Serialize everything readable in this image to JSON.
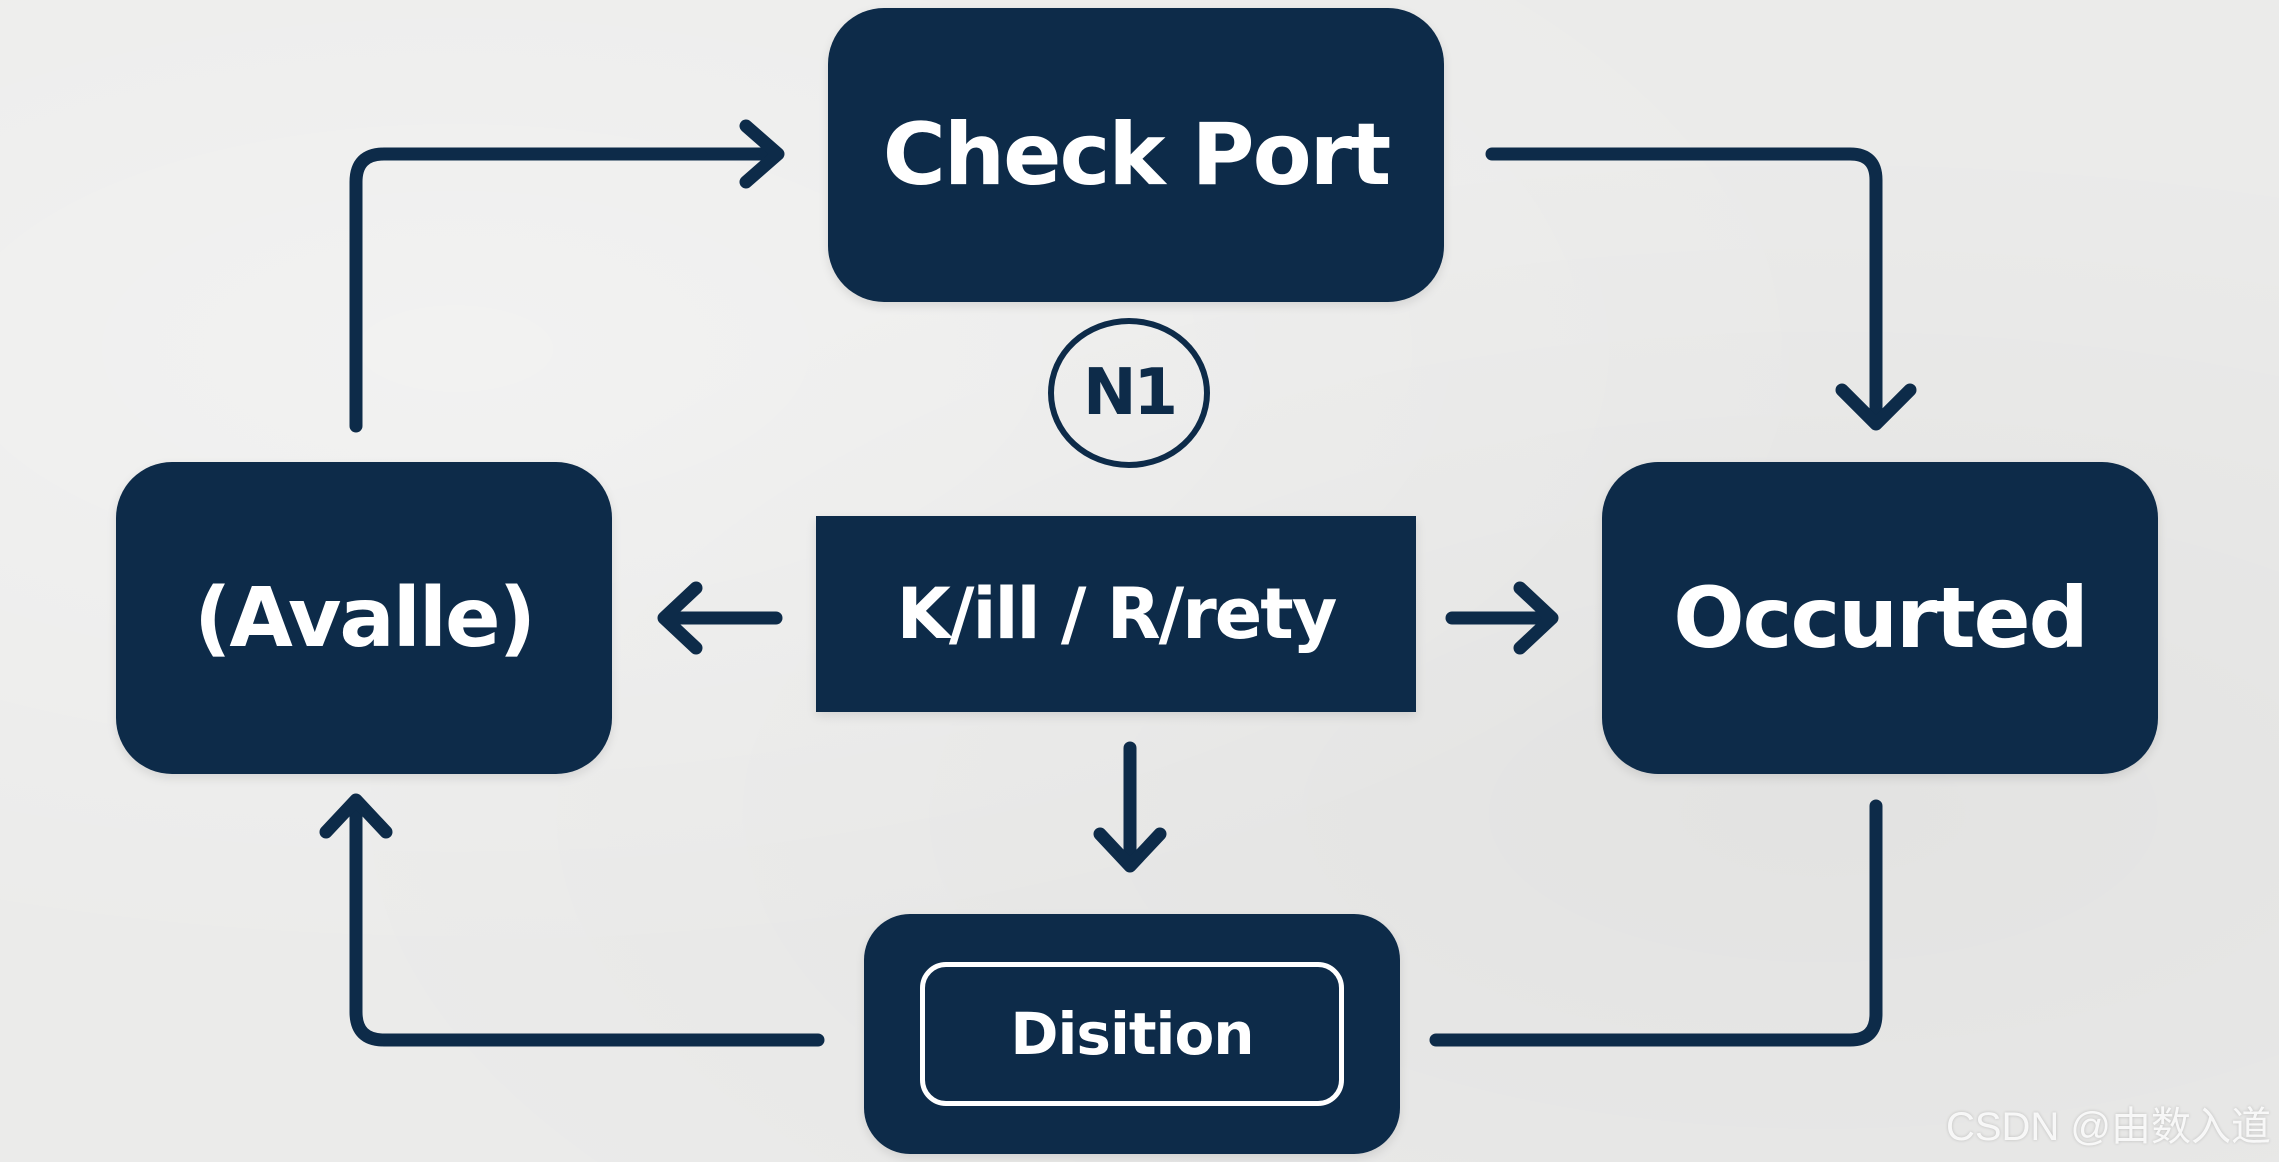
{
  "nodes": {
    "check_port": "Check Port",
    "avalle": "(Avalle)",
    "occurted": "Occurted",
    "kill_retry": "K/ill / R/rety",
    "disition": "Disition"
  },
  "badge": "N1",
  "watermark": "CSDN @由数入道",
  "colors": {
    "node_fill": "#0d2b49",
    "node_text": "#ffffff",
    "arrow": "#0d2b49",
    "background": "#ebebea"
  }
}
